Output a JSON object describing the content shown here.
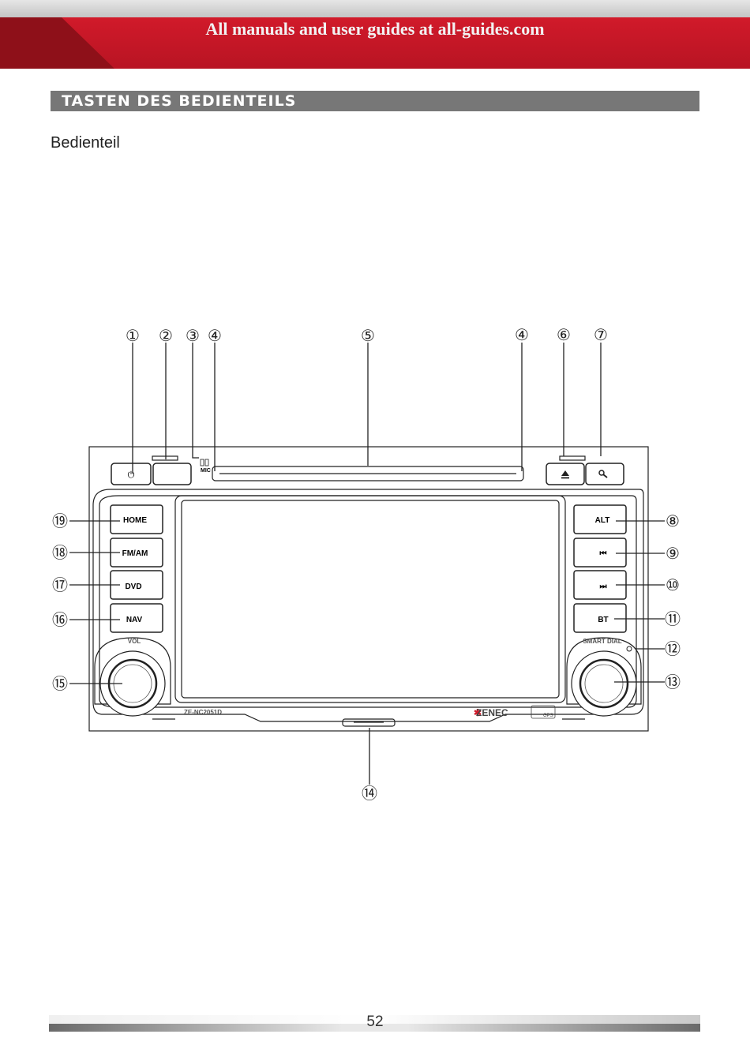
{
  "banner": {
    "text": "All manuals and user guides at all-guides.com"
  },
  "section": {
    "title": "TASTEN DES BEDIENTEILS"
  },
  "subheading": "Bedienteil",
  "device": {
    "mic_label": "MIC",
    "model_label": "ZE-NC2051D",
    "brand_label": "ZENEC",
    "gps_label": "GPS",
    "vol_label": "VOL",
    "smart_dial_label": "SMART DIAL",
    "left_buttons": [
      "HOME",
      "FM/AM",
      "DVD",
      "NAV"
    ],
    "right_buttons": [
      "ALT",
      "⏮",
      "⏭",
      "BT"
    ]
  },
  "callouts": {
    "c1": "①",
    "c2": "②",
    "c3": "③",
    "c4": "④",
    "c5": "⑤",
    "c4b": "④",
    "c6": "⑥",
    "c7": "⑦",
    "c8": "⑧",
    "c9": "⑨",
    "c10": "⑩",
    "c11": "⑪",
    "c12": "⑫",
    "c13": "⑬",
    "c14": "⑭",
    "c15": "⑮",
    "c16": "⑯",
    "c17": "⑰",
    "c18": "⑱",
    "c19": "⑲"
  },
  "page_number": "52"
}
